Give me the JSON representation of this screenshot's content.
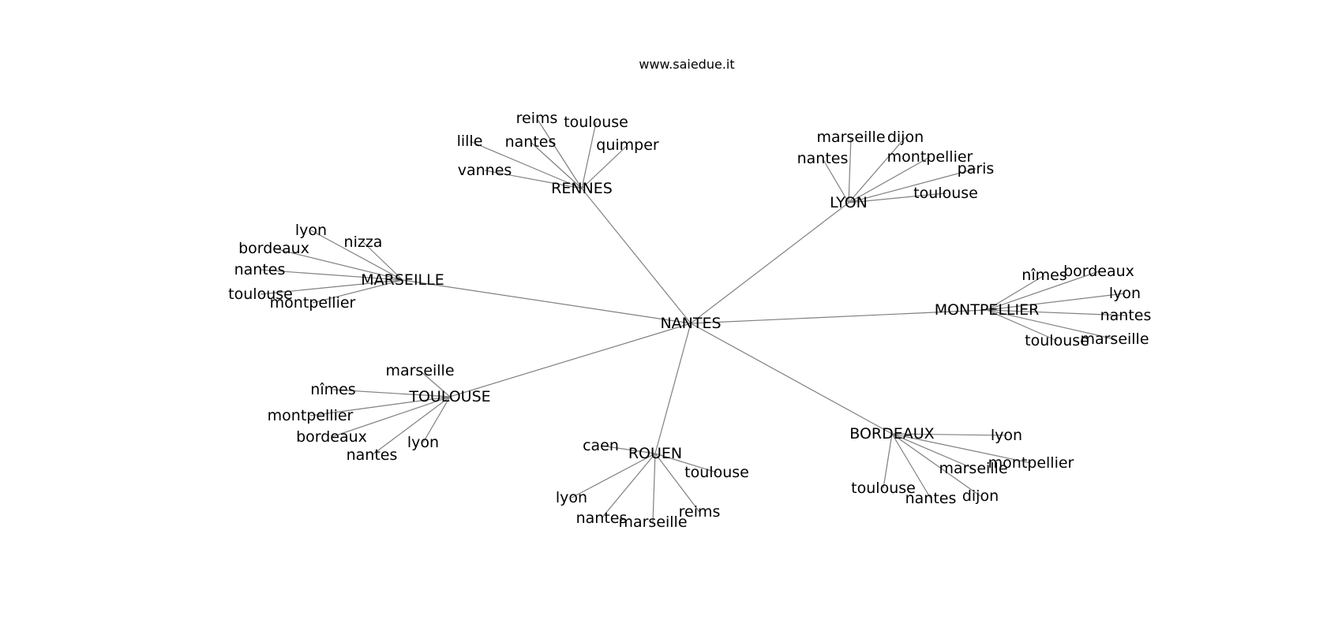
{
  "caption": "www.saiedue.it",
  "edge_color": "#808080",
  "center": {
    "id": "nantes-center",
    "label": "NANTES"
  },
  "hubs": [
    {
      "id": "rennes",
      "label": "RENNES",
      "leaves": [
        "reims",
        "toulouse",
        "lille",
        "nantes",
        "quimper",
        "vannes"
      ]
    },
    {
      "id": "lyon",
      "label": "LYON",
      "leaves": [
        "marseille",
        "dijon",
        "nantes",
        "montpellier",
        "paris",
        "toulouse"
      ]
    },
    {
      "id": "marseille",
      "label": "MARSEILLE",
      "leaves": [
        "lyon",
        "nizza",
        "bordeaux",
        "nantes",
        "toulouse",
        "montpellier"
      ]
    },
    {
      "id": "montpellier",
      "label": "MONTPELLIER",
      "leaves": [
        "nîmes",
        "bordeaux",
        "lyon",
        "nantes",
        "toulouse",
        "marseille"
      ]
    },
    {
      "id": "toulouse",
      "label": "TOULOUSE",
      "leaves": [
        "marseille",
        "nîmes",
        "montpellier",
        "bordeaux",
        "nantes",
        "lyon"
      ]
    },
    {
      "id": "rouen",
      "label": "ROUEN",
      "leaves": [
        "caen",
        "toulouse",
        "lyon",
        "nantes",
        "marseille",
        "reims"
      ]
    },
    {
      "id": "bordeaux",
      "label": "BORDEAUX",
      "leaves": [
        "lyon",
        "marseille",
        "montpellier",
        "toulouse",
        "nantes",
        "dijon"
      ]
    }
  ]
}
